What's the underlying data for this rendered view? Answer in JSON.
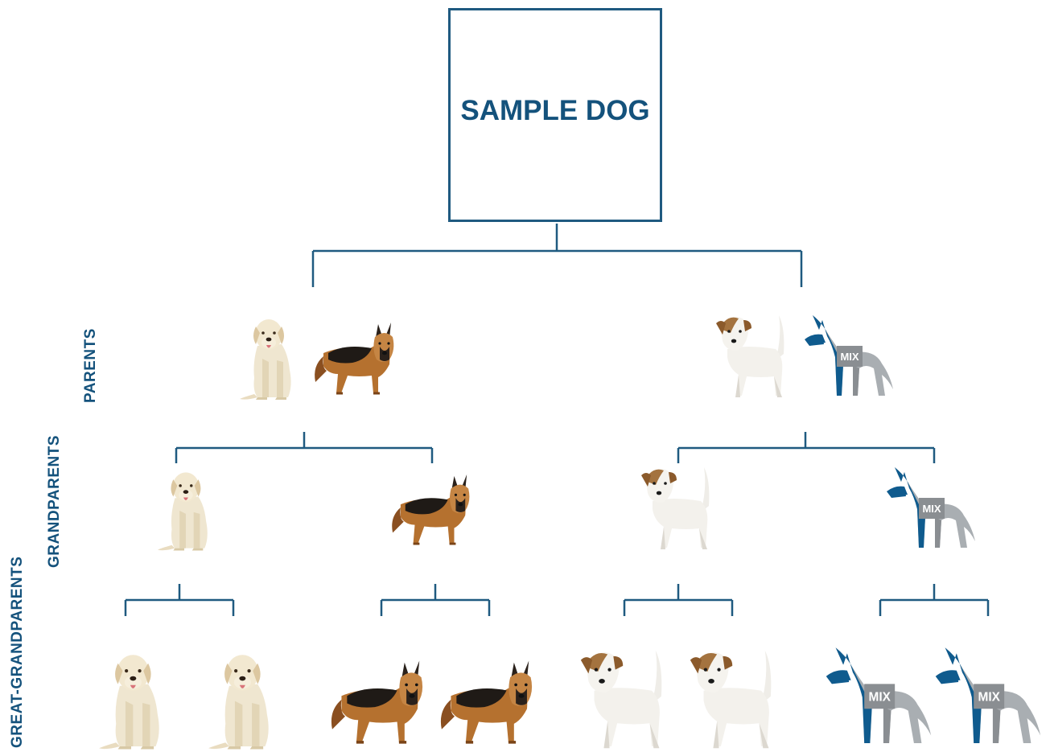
{
  "root": {
    "label": "SAMPLE DOG"
  },
  "generations": {
    "parents": "PARENTS",
    "grandparents": "GRANDPARENTS",
    "great_grandparents": "GREAT-GRANDPARENTS"
  },
  "mix_badge": "MIX",
  "colors": {
    "brand_blue": "#14527c",
    "line_blue": "#1f5a80",
    "mix_dark": "#0f5b8e",
    "mix_mid": "#8a8e92",
    "mix_light": "#a9aeb2"
  },
  "parents": [
    {
      "pair": [
        "labrador-retriever",
        "german-shepherd"
      ]
    },
    {
      "pair": [
        "jack-russell-terrier",
        "mix-breed"
      ]
    }
  ],
  "grandparents": [
    "labrador-retriever",
    "german-shepherd",
    "jack-russell-terrier",
    "mix-breed"
  ],
  "great_grandparents": [
    "labrador-retriever",
    "labrador-retriever",
    "german-shepherd",
    "german-shepherd",
    "jack-russell-terrier",
    "jack-russell-terrier",
    "mix-breed",
    "mix-breed"
  ]
}
